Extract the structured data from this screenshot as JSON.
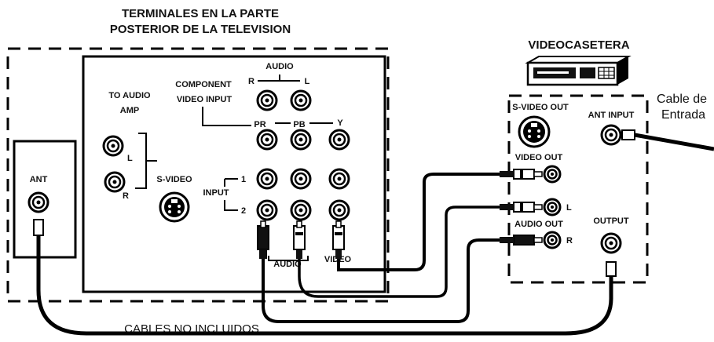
{
  "title_line1": "TERMINALES EN LA PARTE",
  "title_line2": "POSTERIOR DE LA TELEVISION",
  "vcr_title": "VIDEOCASETERA",
  "cable_in_line1": "Cable de",
  "cable_in_line2": "Entrada",
  "cables_note": "CABLES NO INCLUIDOS",
  "tv": {
    "ant": "ANT",
    "audio": "AUDIO",
    "audio_r": "R",
    "audio_l": "L",
    "component_line1": "COMPONENT",
    "component_line2": "VIDEO INPUT",
    "to_audio_amp_line1": "TO AUDIO",
    "to_audio_amp_line2": "AMP",
    "amp_l": "L",
    "amp_r": "R",
    "pr": "PR",
    "pb": "PB",
    "y": "Y",
    "svideo": "S-VIDEO",
    "input": "INPUT",
    "input_1": "1",
    "input_2": "2",
    "plug_audio": "AUDIO",
    "plug_video": "VIDEO"
  },
  "vcr": {
    "svideo_out": "S-VIDEO OUT",
    "ant_input": "ANT INPUT",
    "video_out": "VIDEO OUT",
    "l": "L",
    "audio_out": "AUDIO OUT",
    "r": "R",
    "output": "OUTPUT"
  }
}
